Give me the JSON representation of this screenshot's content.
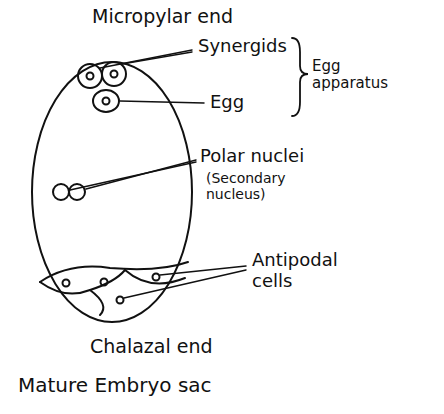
{
  "diagram": {
    "caption": "Mature Embryo sac",
    "labels": [
      "Micropylar end",
      "Synergids",
      "Egg",
      "Egg apparatus",
      "Polar nuclei",
      "(Secondary nucleus)",
      "Antipodal cells",
      "Chalazal end"
    ]
  }
}
